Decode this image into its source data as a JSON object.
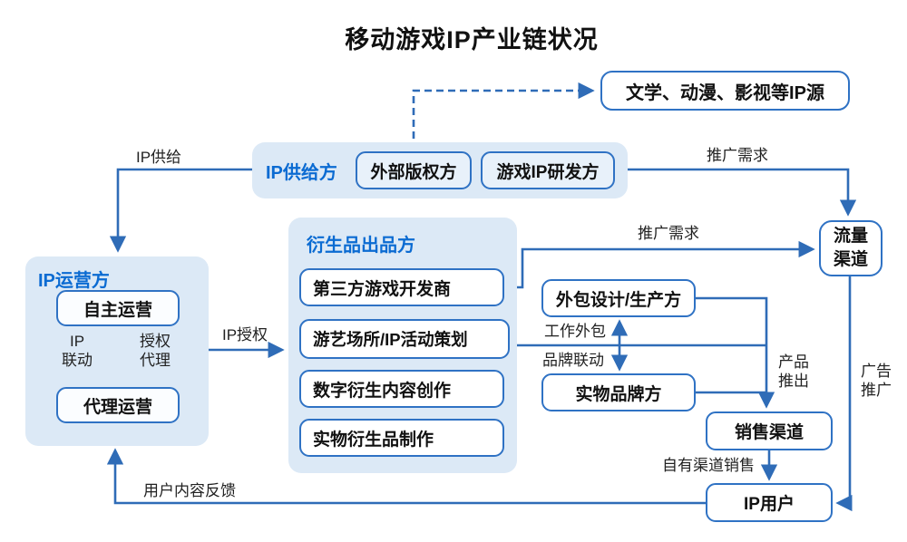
{
  "title": "移动游戏IP产业链状况",
  "colors": {
    "line_blue": "#2f6cb7",
    "border_blue": "#2f72c4",
    "label_blue": "#0b6bd2",
    "container_fill": "#dce9f6",
    "inner_box_fill": "#e8f1fa",
    "white_box_fill": "#ffffff"
  },
  "nodes": {
    "ip_source": "文学、动漫、影视等IP源",
    "ip_supplier_group": "IP供给方",
    "external_copyright": "外部版权方",
    "game_ip_developer": "游戏IP研发方",
    "ip_operator_group": "IP运营方",
    "self_operation": "自主运营",
    "agency_operation": "代理运营",
    "derivative_group": "衍生品出品方",
    "third_party_game_dev": "第三方游戏开发商",
    "venue_ip_event_planning": "游艺场所/IP活动策划",
    "digital_derivative_creation": "数字衍生内容创作",
    "physical_derivative_production": "实物衍生品制作",
    "outsourced_design_production": "外包设计/生产方",
    "physical_brand": "实物品牌方",
    "traffic_channel": [
      "流量",
      "渠道"
    ],
    "sales_channel": "销售渠道",
    "ip_user": "IP用户"
  },
  "edge_labels": {
    "ip_supply": "IP供给",
    "promo_demand_top": "推广需求",
    "promo_demand_mid": "推广需求",
    "ip_authorization": "IP授权",
    "ip_linkage": [
      "IP",
      "联动"
    ],
    "authorized_agency": [
      "授权",
      "代理"
    ],
    "work_outsourcing": "工作外包",
    "brand_linkage": "品牌联动",
    "product_launch": [
      "产品",
      "推出"
    ],
    "ad_promotion": [
      "广告",
      "推广"
    ],
    "own_channel_sales": "自有渠道销售",
    "user_content_feedback": "用户内容反馈"
  }
}
